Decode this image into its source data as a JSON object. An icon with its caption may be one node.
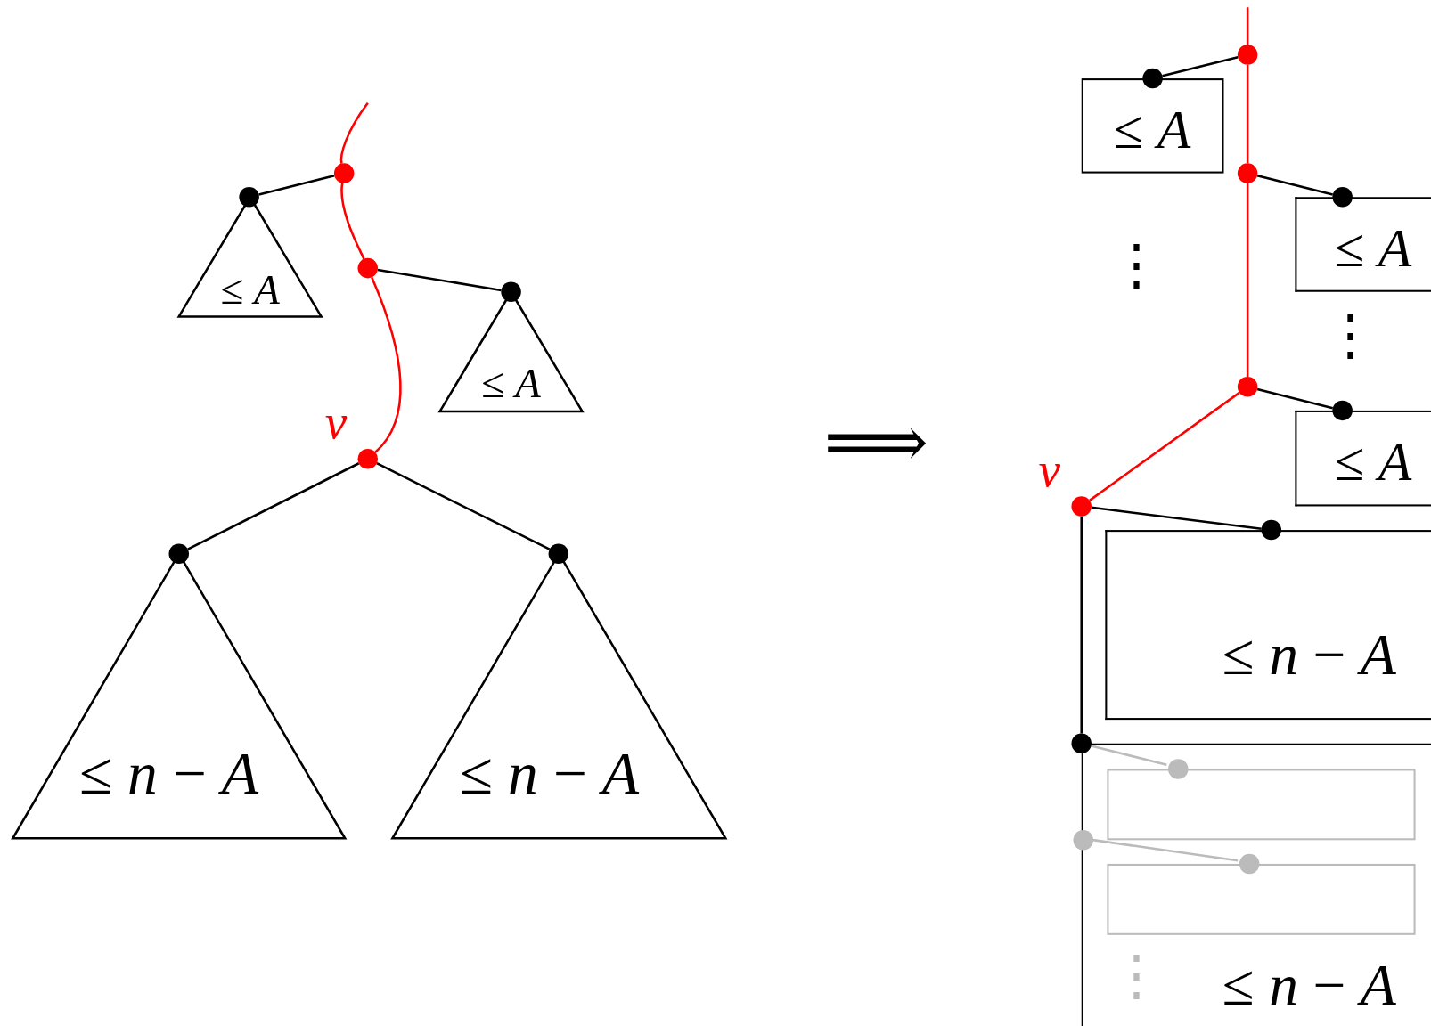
{
  "diagram": {
    "nodes": [
      {
        "text": [],
        "shape": "circle"
      },
      {
        "text": [],
        "shape": "circle"
      },
      {
        "text": [
          "≤ *A*"
        ]
      },
      {
        "text": [],
        "shape": "circle"
      },
      {
        "text": [],
        "shape": "circle"
      },
      {
        "text": [
          "≤ *A*"
        ]
      },
      {
        "text": [],
        "shape": "circle",
        "beside": [
          "v"
        ]
      },
      {
        "text": [],
        "shape": "circle"
      },
      {
        "text": [
          "≤ *n* − *A*"
        ]
      },
      {
        "text": [],
        "shape": "circle"
      },
      {
        "text": [
          "≤ *n* − *A*"
        ]
      },
      {
        "text": [],
        "shape": "circle"
      },
      {
        "text": [],
        "shape": "circle"
      },
      {
        "text": [
          "≤ *A*"
        ]
      },
      {
        "text": [],
        "shape": "circle"
      },
      {
        "text": [],
        "shape": "circle"
      },
      {
        "text": [
          "≤ *A*"
        ]
      },
      {
        "text": [],
        "shape": "circle"
      },
      {
        "text": [],
        "shape": "circle"
      },
      {
        "text": [
          "≤ *A*"
        ]
      },
      {
        "text": [],
        "shape": "circle",
        "beside": [
          "v"
        ]
      },
      {
        "text": [],
        "shape": "circle"
      },
      {
        "text": [
          "≤ *n* − *A*"
        ]
      },
      {
        "text": [],
        "shape": "circle"
      },
      {
        "text": [
          "≤ *n* − *A*"
        ]
      },
      {
        "text": [],
        "shape": "circle",
        "in": 24
      },
      {
        "text": [],
        "shape": "box",
        "in": 24
      },
      {
        "text": [],
        "shape": "circle",
        "in": 24
      },
      {
        "text": [],
        "shape": "circle",
        "in": 24
      },
      {
        "text": [],
        "shape": "box",
        "in": 24
      }
    ],
    "edges": [
      {
        "from": null,
        "to": 0,
        "arrow": "none",
        "color": "#ff0000"
      },
      {
        "from": 0,
        "to": 1,
        "arrow": "none"
      },
      {
        "from": 0,
        "to": 3,
        "arrow": "none",
        "color": "#ff0000"
      },
      {
        "from": 3,
        "to": 4,
        "arrow": "none"
      },
      {
        "from": 3,
        "to": 6,
        "arrow": "none",
        "color": "#ff0000"
      },
      {
        "from": 6,
        "to": 7,
        "arrow": "none"
      },
      {
        "from": 6,
        "to": 9,
        "arrow": "none"
      },
      {
        "from": null,
        "to": 11,
        "arrow": "none",
        "color": "#ff0000"
      },
      {
        "from": 11,
        "to": 12,
        "arrow": "none"
      },
      {
        "from": 11,
        "to": 14,
        "arrow": "none",
        "color": "#ff0000"
      },
      {
        "from": 14,
        "to": 15,
        "arrow": "none"
      },
      {
        "from": 14,
        "to": 17,
        "arrow": "none",
        "color": "#ff0000"
      },
      {
        "from": 17,
        "to": 18,
        "arrow": "none"
      },
      {
        "from": 17,
        "to": 20,
        "arrow": "none",
        "color": "#ff0000"
      },
      {
        "from": 20,
        "to": 21,
        "arrow": "none"
      },
      {
        "from": 20,
        "to": 23,
        "arrow": "none"
      },
      {
        "from": 23,
        "to": 25,
        "arrow": "none",
        "color": "#bbbbbb"
      },
      {
        "from": 27,
        "to": 28,
        "arrow": "none",
        "color": "#bbbbbb"
      }
    ],
    "labels": [
      "⟹",
      "⋮",
      "⋮",
      "⋮"
    ]
  }
}
